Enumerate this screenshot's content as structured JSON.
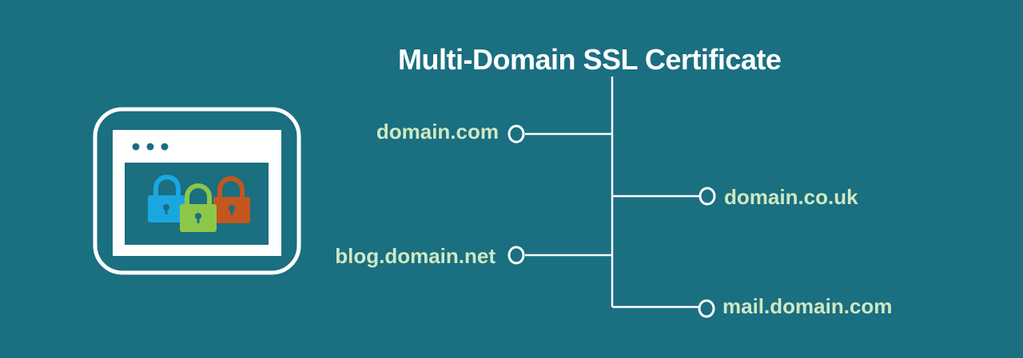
{
  "title": "Multi-Domain SSL Certificate",
  "domains": {
    "left_top": "domain.com",
    "left_bottom": "blog.domain.net",
    "right_top": "domain.co.uk",
    "right_bottom": "mail.domain.com"
  },
  "colors": {
    "background": "#1a6f80",
    "line": "#ffffff",
    "label": "#cfe8c4",
    "lock_blue": "#1aa7e0",
    "lock_green": "#8cc74a",
    "lock_orange": "#c4561e"
  },
  "icon": "browser-window-with-padlocks-icon"
}
